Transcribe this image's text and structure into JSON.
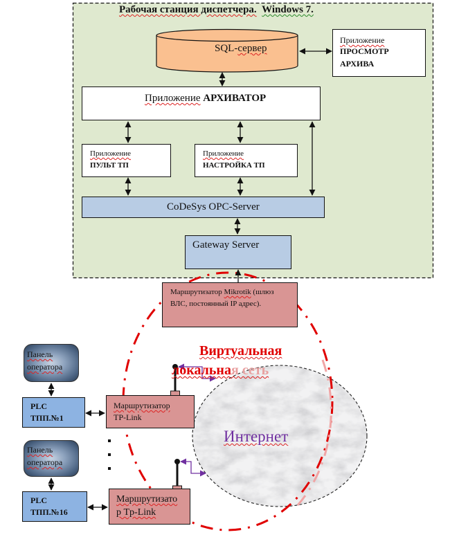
{
  "workstation": {
    "title_part1": "Рабочая станция диспетчера.",
    "title_part2": "Windows 7.",
    "background": "#dfe9cf"
  },
  "sql_server": {
    "label_prefix": "SQL-",
    "label_suffix": "сервер",
    "color": "#fac090"
  },
  "viewer_app": {
    "line1": "Приложение",
    "line2": "ПРОСМОТР",
    "line3": "АРХИВА"
  },
  "archiver_app": {
    "prefix": "Приложение",
    "name": "АРХИВАТОР"
  },
  "console_app": {
    "line1": "Приложение",
    "line2": "ПУЛЬТ ТП"
  },
  "settings_app": {
    "line1": "Приложение",
    "line2": "НАСТРОЙКА  ТП"
  },
  "opc_server": {
    "label": "CoDeSys OPC-Server",
    "color": "#b8cce4"
  },
  "gateway_server": {
    "label": "Gateway Server"
  },
  "mikrotik_router": {
    "line1_a": "Маршрутизатор ",
    "line1_b": "Mikrotik",
    "line1_c": " (шлюз",
    "line2": "ВЛС, постоянный IP адрес).",
    "color": "#d99594"
  },
  "vpn": {
    "line1": "Виртуальная",
    "line2": "локальная сеть",
    "color": "#e00000"
  },
  "internet": {
    "label": "Интернет",
    "color": "#7030a0"
  },
  "sites": [
    {
      "panel": {
        "line1": "Панель",
        "line2": "оператора"
      },
      "plc": {
        "line1": "PLC",
        "line2": "ТПП.№1"
      },
      "router": {
        "line1": "Маршрутизатор",
        "line2": "TP-Link"
      }
    },
    {
      "panel": {
        "line1": "Панель",
        "line2": "оператора"
      },
      "plc": {
        "line1": "PLC",
        "line2": "ТПП.№16"
      },
      "router": {
        "line1": "Маршрутизато",
        "line2": "р Tp-Link"
      }
    }
  ],
  "ellipsis_dots": "⋮"
}
